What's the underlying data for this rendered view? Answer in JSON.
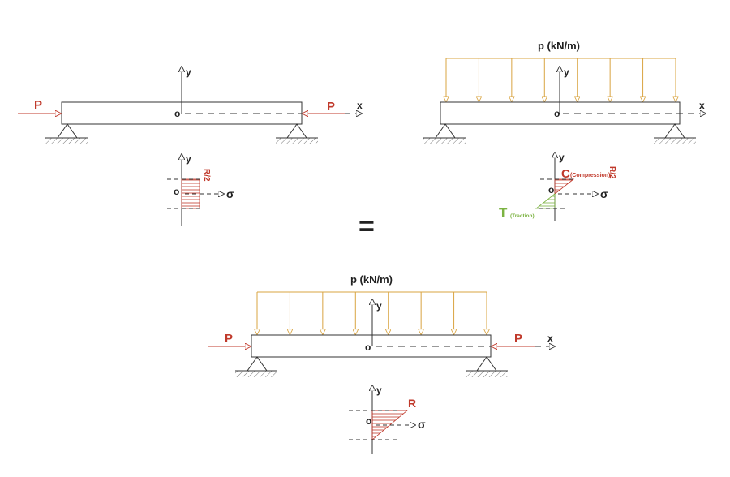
{
  "colors": {
    "load": "#d9a441",
    "force": "#c0392b",
    "axis": "#333333",
    "hatch_red": "#c0392b",
    "hatch_green": "#7cb342"
  },
  "diagram1": {
    "load_left": "P",
    "load_right": "P",
    "axis_y": "y",
    "axis_x": "x",
    "origin": "o",
    "stress_axis_y": "y",
    "stress_origin": "o",
    "stress_sigma": "σ",
    "stress_value": "R/2"
  },
  "diagram2": {
    "dist_load": "p (kN/m)",
    "axis_y": "y",
    "axis_x": "x",
    "origin": "o",
    "stress_axis_y": "y",
    "stress_origin": "o",
    "stress_sigma": "σ",
    "compression_letter": "C",
    "compression_word": "(Compression)",
    "compression_value": "R/2",
    "traction_letter": "T",
    "traction_word": "(Traction)"
  },
  "equals": "=",
  "diagram3": {
    "dist_load": "p (kN/m)",
    "load_left": "P",
    "load_right": "P",
    "axis_y": "y",
    "axis_x": "x",
    "origin": "o",
    "stress_axis_y": "y",
    "stress_origin": "o",
    "stress_sigma": "σ",
    "stress_value": "R"
  }
}
